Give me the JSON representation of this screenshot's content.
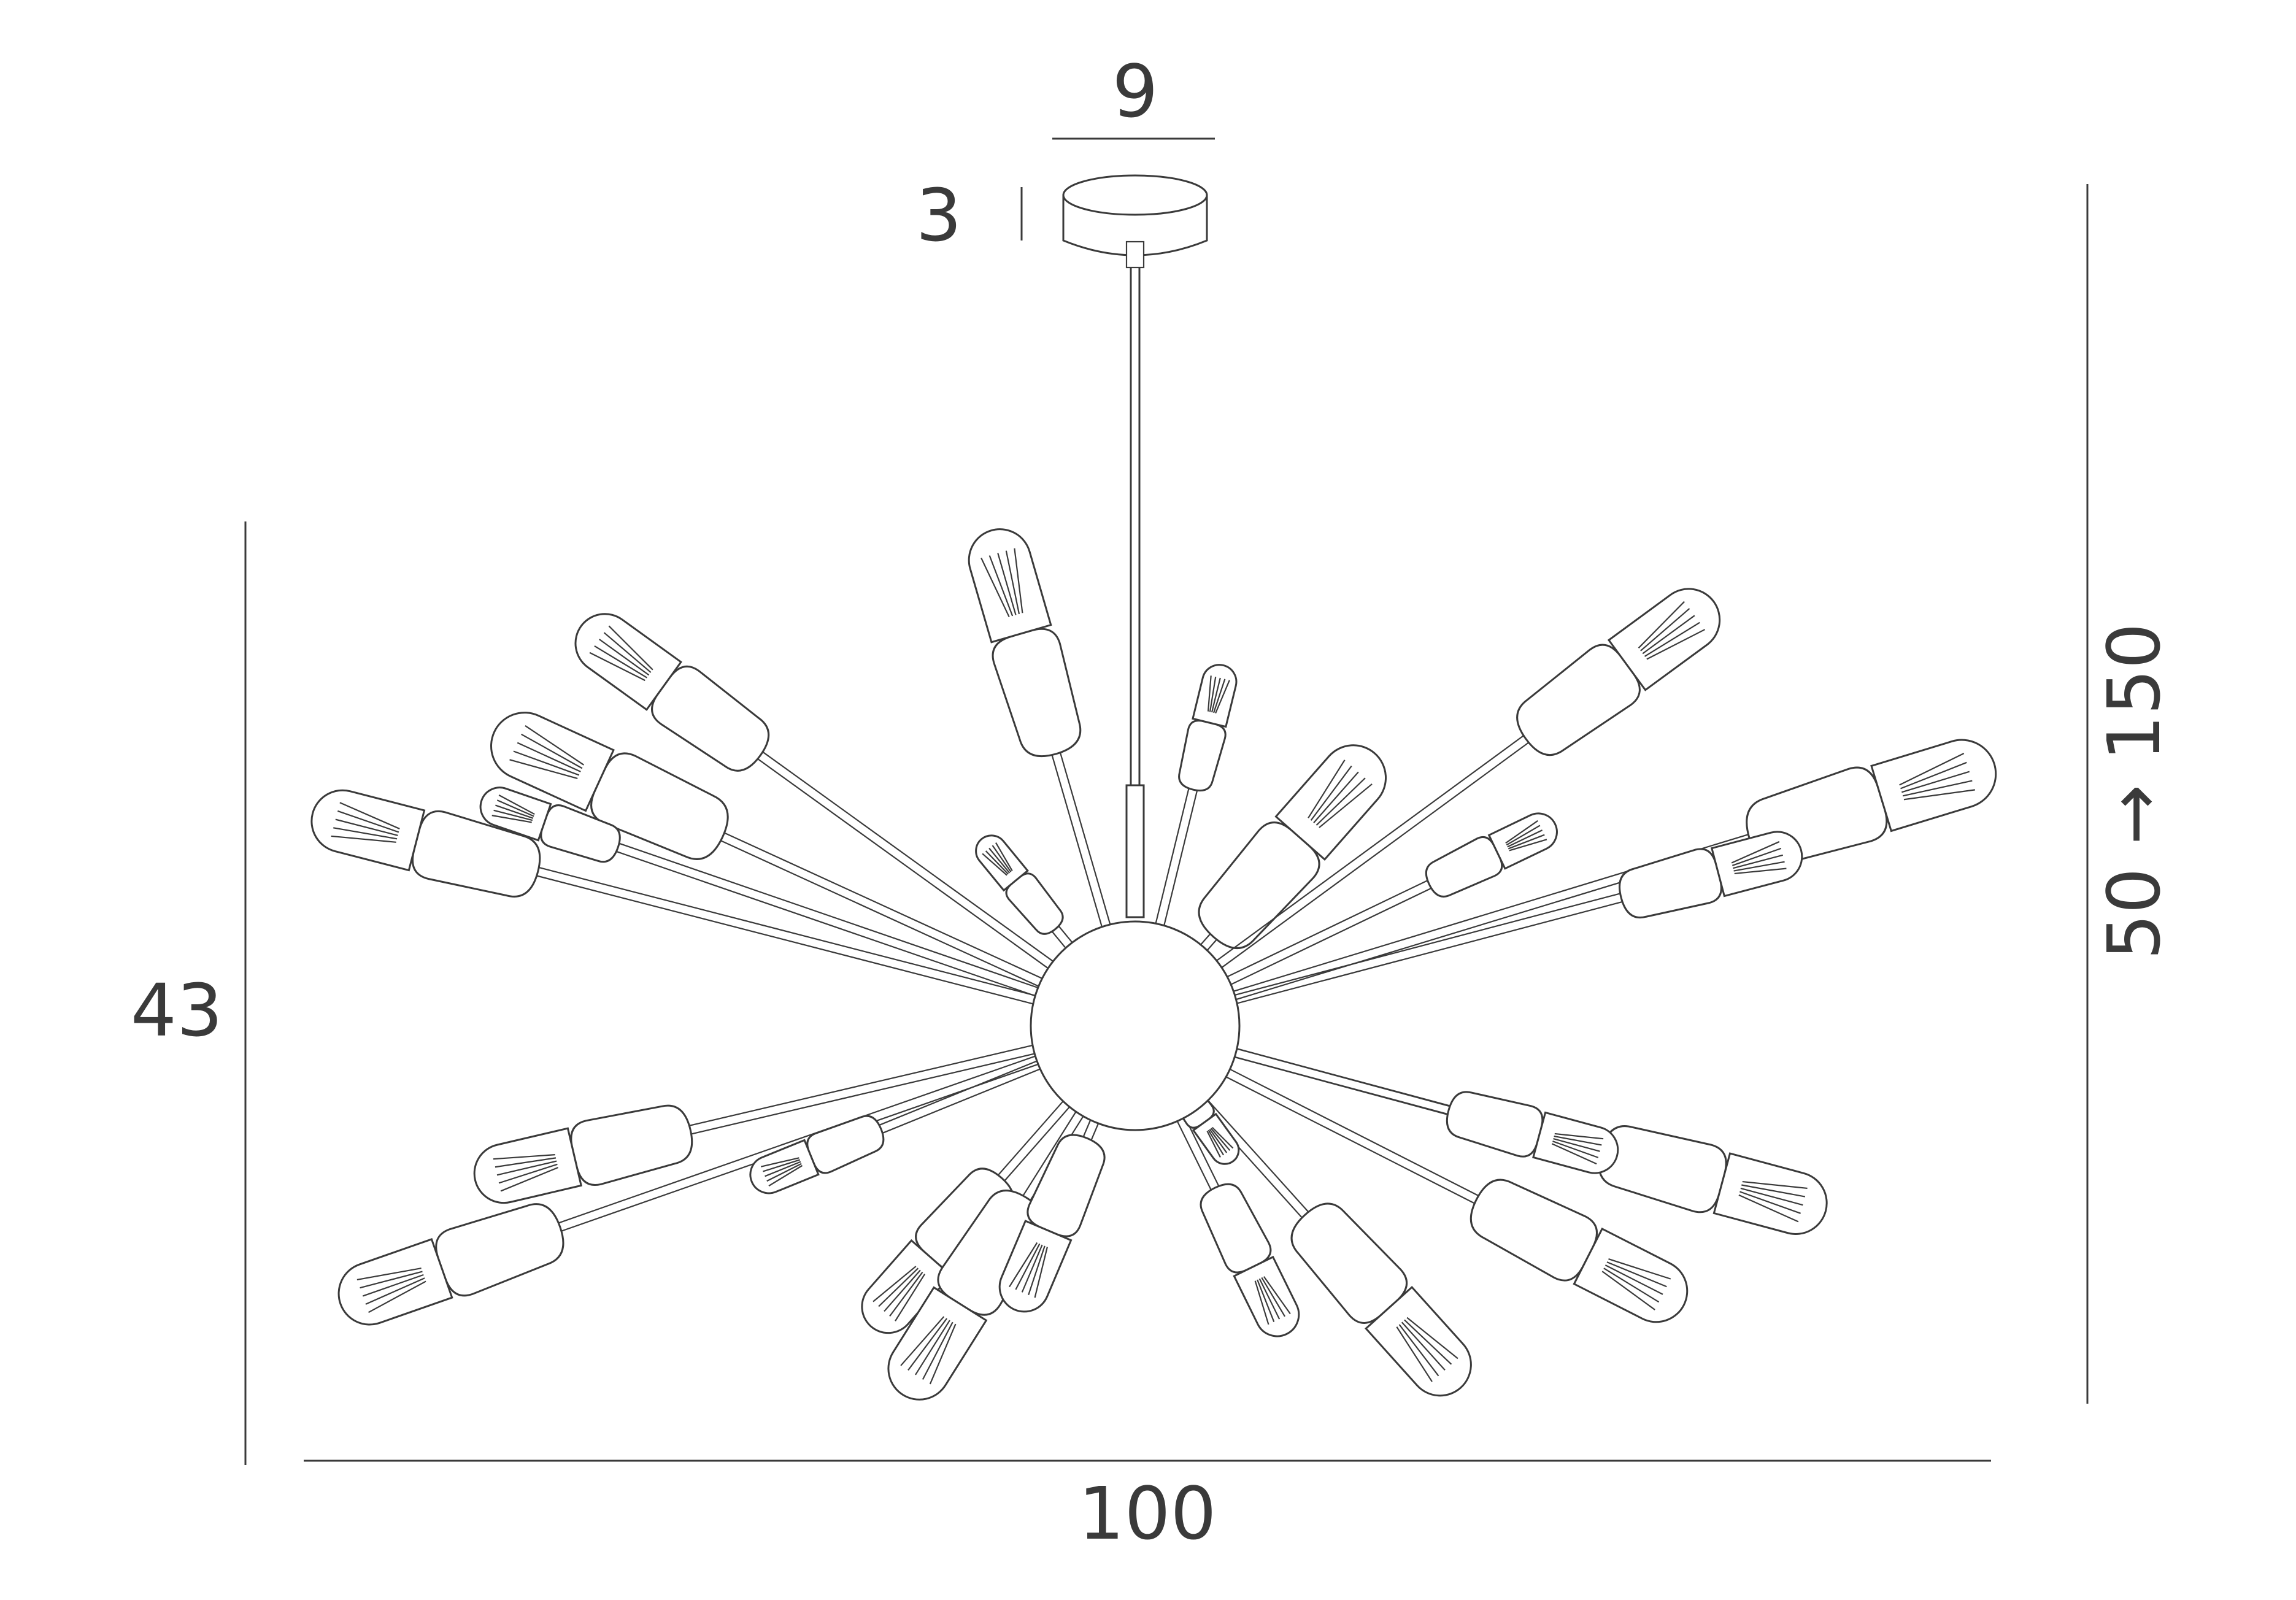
{
  "dimensions": {
    "canopy_diameter": "9",
    "canopy_height": "3",
    "body_height": "43",
    "overall_height_range": "50 → 150",
    "overall_width": "100"
  },
  "colors": {
    "line": "#3a3a3a",
    "background": "#ffffff"
  }
}
